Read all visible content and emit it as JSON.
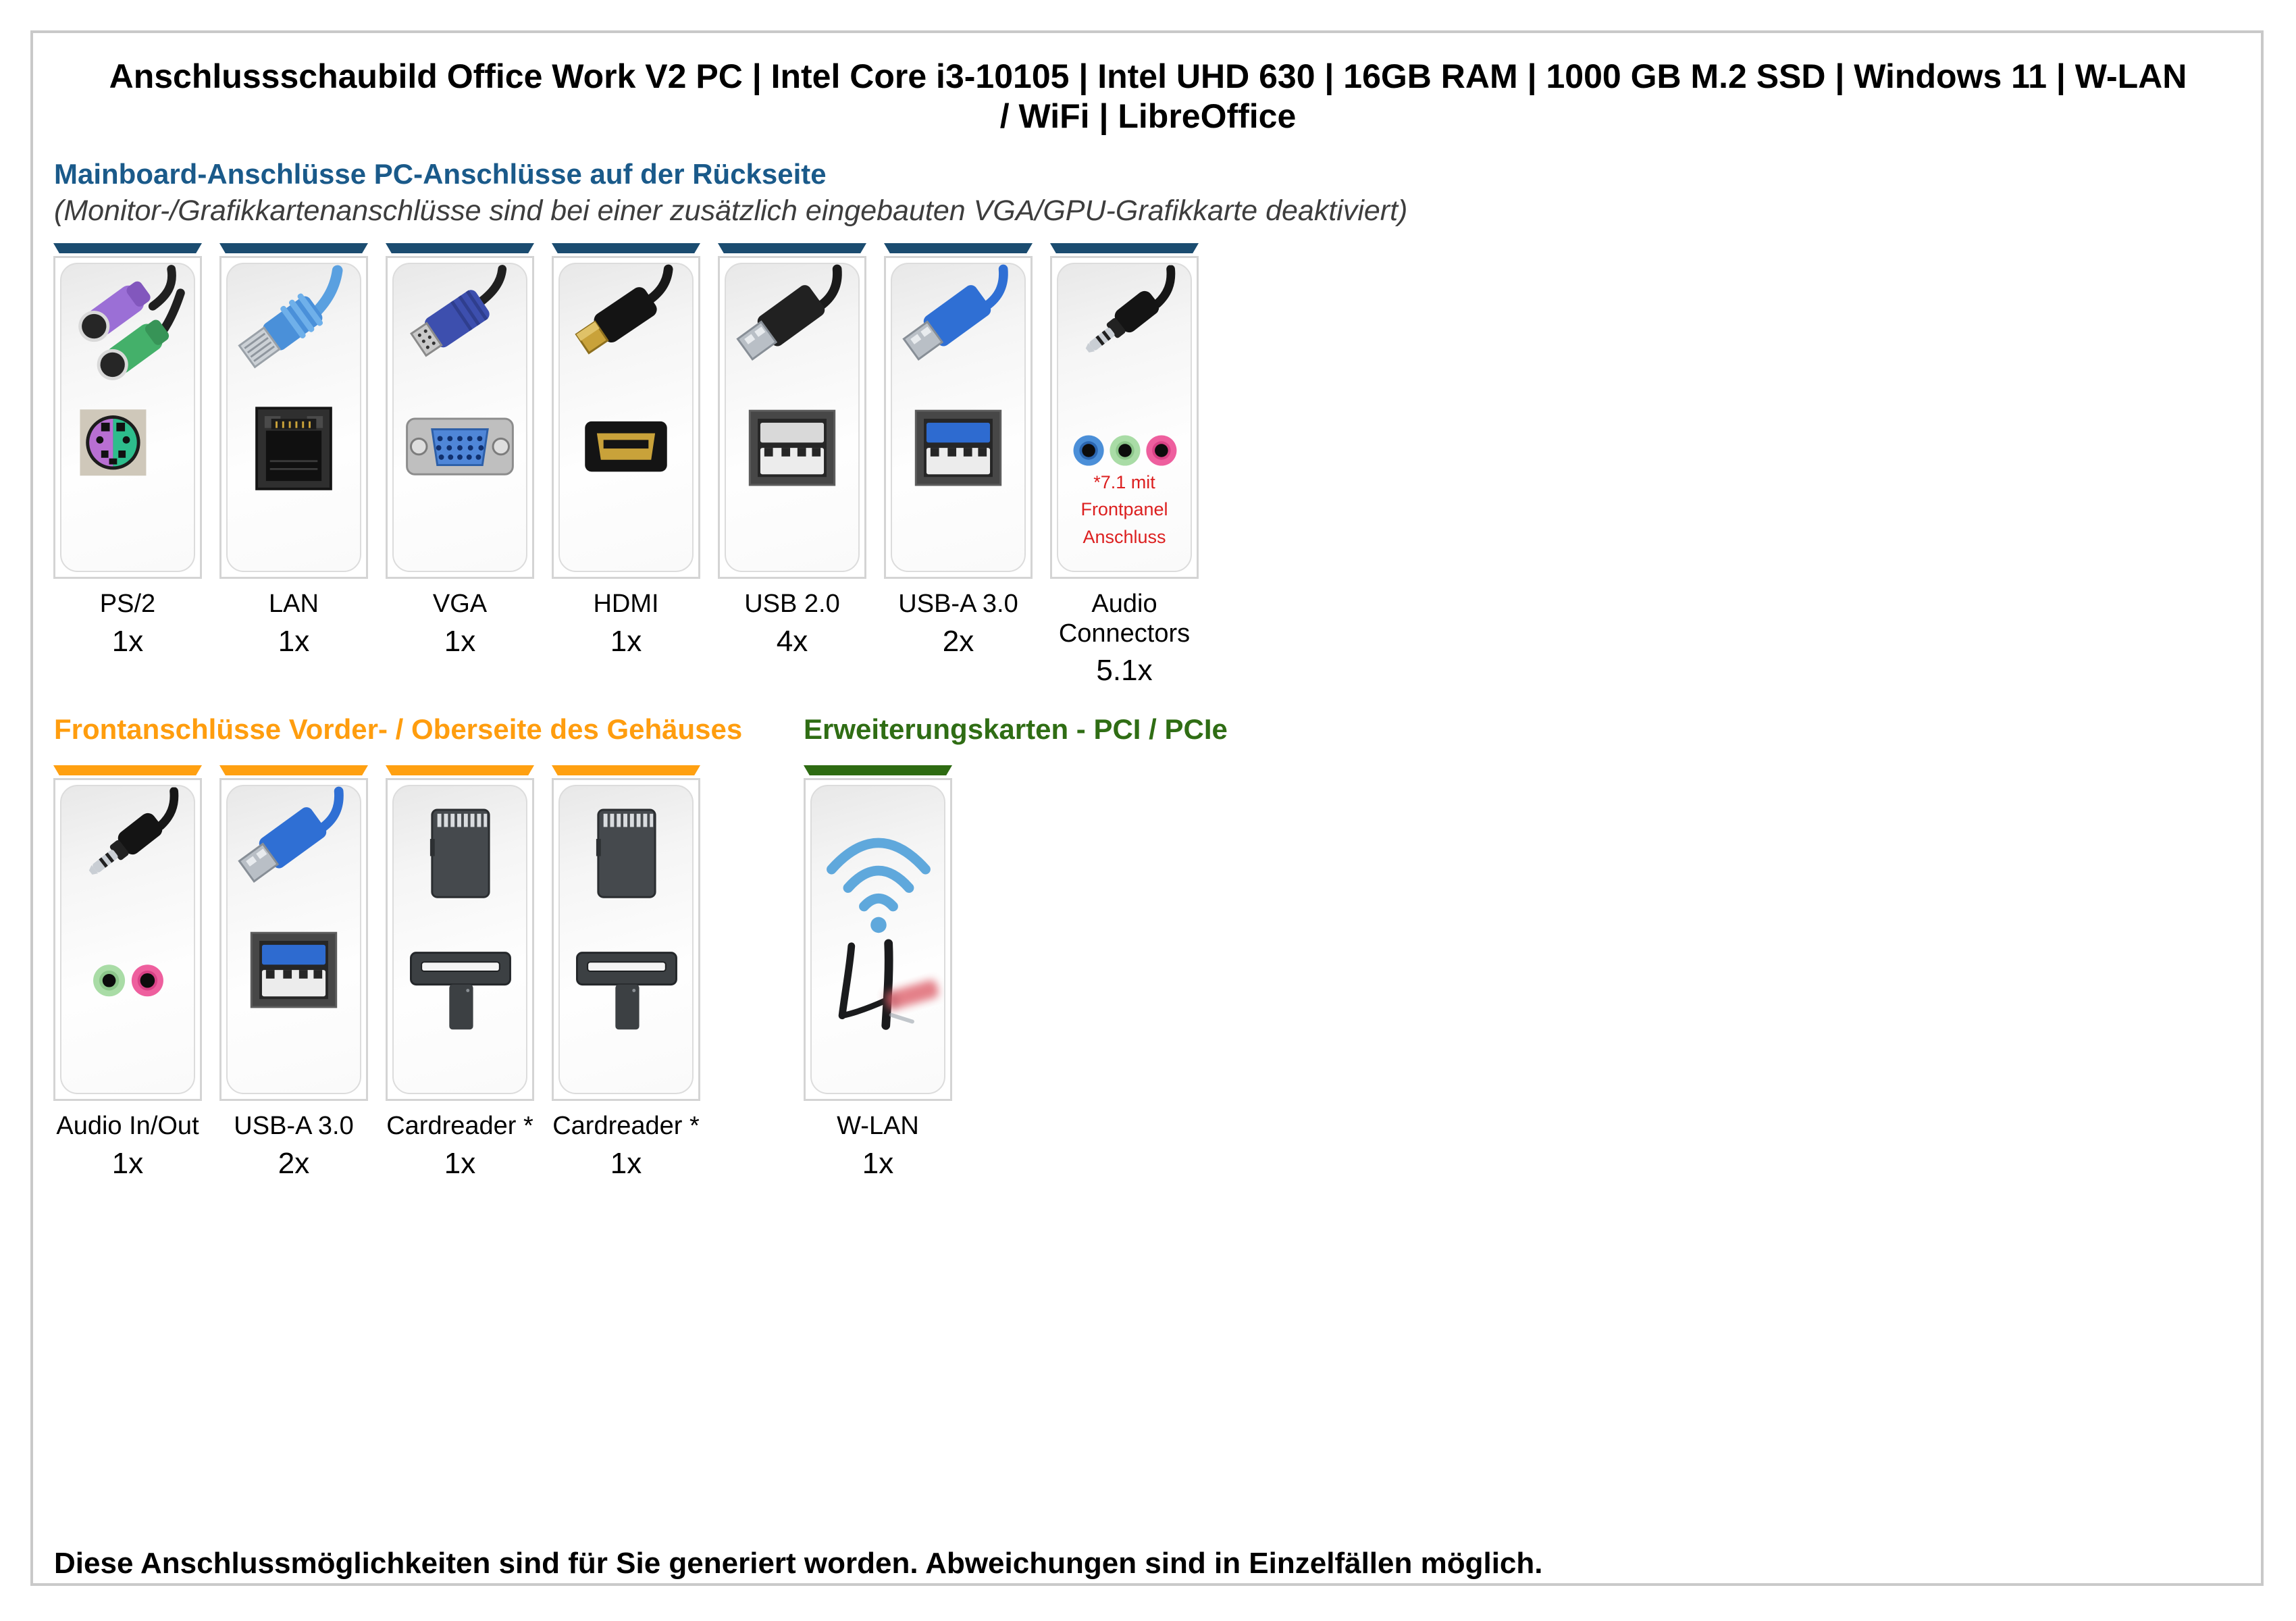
{
  "page": {
    "title": "Anschlussschaubild Office Work V2 PC | Intel Core i3-10105 | Intel UHD 630 | 16GB RAM | 1000 GB M.2 SSD | Windows 11 | W-LAN / WiFi | LibreOffice",
    "footer": "Diese Anschlussmöglichkeiten sind für Sie generiert worden. Abweichungen sind in Einzelfällen möglich."
  },
  "colors": {
    "rear_section_heading": "#1a5a8a",
    "rear_card_bar": "#1b4c70",
    "front_section_heading": "#ff9d0e",
    "front_card_bar": "#ffa011",
    "expansion_section_heading": "#2f6d14",
    "expansion_card_bar": "#2e6b12",
    "note_red": "#dc1f1f",
    "wifi_blue": "#5fa8dc"
  },
  "sections": [
    {
      "title": "Mainboard-Anschlüsse PC-Anschlüsse auf der Rückseite",
      "subtitle": "(Monitor-/Grafikkartenanschlüsse sind bei einer zusätzlich eingebauten VGA/GPU-Grafikkarte deaktiviert)",
      "cards": [
        {
          "label": "PS/2",
          "count": "1x",
          "icon": "ps2-connectors-icon"
        },
        {
          "label": "LAN",
          "count": "1x",
          "icon": "lan-rj45-icon"
        },
        {
          "label": "VGA",
          "count": "1x",
          "icon": "vga-connector-icon"
        },
        {
          "label": "HDMI",
          "count": "1x",
          "icon": "hdmi-connector-icon"
        },
        {
          "label": "USB 2.0",
          "count": "4x",
          "icon": "usb2-connector-icon"
        },
        {
          "label": "USB-A 3.0",
          "count": "2x",
          "icon": "usb3-connector-icon"
        },
        {
          "label": "Audio Connectors",
          "count": "5.1x",
          "icon": "audio-jacks-icon",
          "note": "*7.1 mit\nFrontpanel\nAnschluss"
        }
      ]
    },
    {
      "title": "Frontanschlüsse Vorder- / Oberseite des Gehäuses",
      "cards": [
        {
          "label": "Audio In/Out",
          "count": "1x",
          "icon": "audio-in-out-icon"
        },
        {
          "label": "USB-A 3.0",
          "count": "2x",
          "icon": "usb3-connector-icon"
        },
        {
          "label": "Cardreader *",
          "count": "1x",
          "icon": "cardreader-icon"
        },
        {
          "label": "Cardreader *",
          "count": "1x",
          "icon": "cardreader-icon"
        }
      ]
    },
    {
      "title": "Erweiterungskarten - PCI / PCIe",
      "cards": [
        {
          "label": "W-LAN",
          "count": "1x",
          "icon": "wlan-antenna-icon"
        }
      ]
    }
  ]
}
